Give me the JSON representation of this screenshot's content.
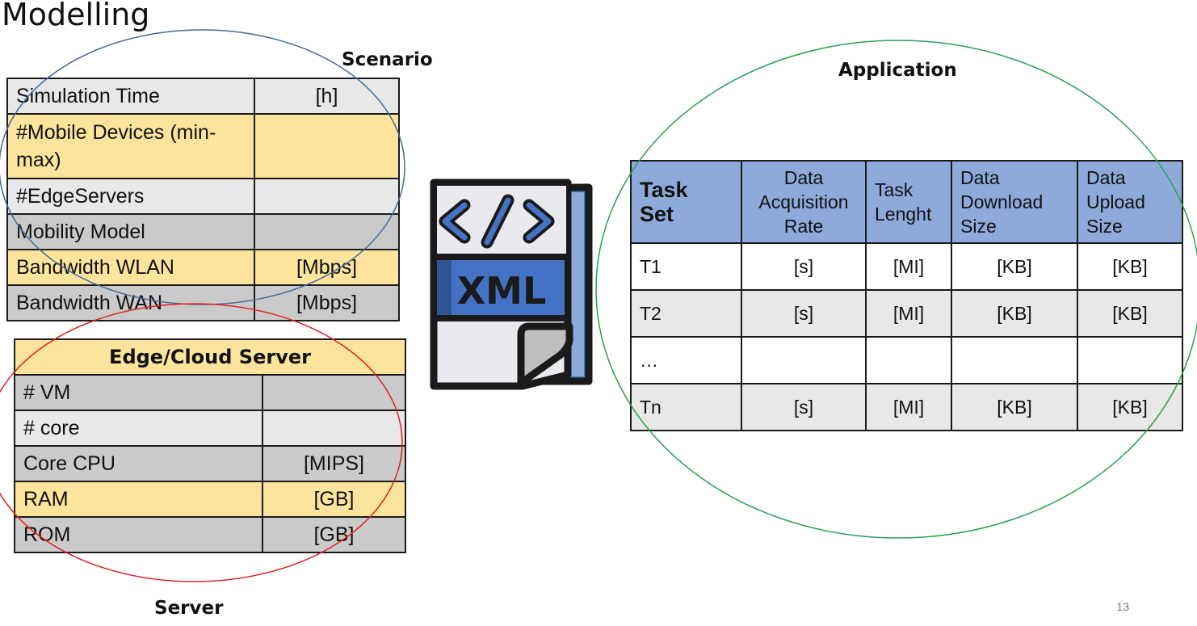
{
  "title": "Modelling",
  "labels": {
    "scenario": "Scenario",
    "application": "Application",
    "server": "Server"
  },
  "scenario_table": [
    {
      "label": "Simulation Time",
      "value": "[h]",
      "color": "#e8e8e8"
    },
    {
      "label": "#Mobile Devices (min-max)",
      "value": "",
      "color": "#fde49c"
    },
    {
      "label": "#EdgeServers",
      "value": "",
      "color": "#e8e8e8"
    },
    {
      "label": "Mobility Model",
      "value": "",
      "color": "#cacaca"
    },
    {
      "label": "Bandwidth WLAN",
      "value": "[Mbps]",
      "color": "#fde49c"
    },
    {
      "label": "Bandwidth WAN",
      "value": "[Mbps]",
      "color": "#cacaca"
    }
  ],
  "server_table": {
    "header": "Edge/Cloud Server",
    "rows": [
      {
        "label": "# VM",
        "value": "",
        "color": "#cacaca"
      },
      {
        "label": "# core",
        "value": "",
        "color": "#e8e8e8"
      },
      {
        "label": "Core CPU",
        "value": "[MIPS]",
        "color": "#cacaca"
      },
      {
        "label": "RAM",
        "value": "[GB]",
        "color": "#fde49c"
      },
      {
        "label": "ROM",
        "value": "[GB]",
        "color": "#cacaca"
      }
    ]
  },
  "task_table": {
    "headers": [
      "Task Set",
      "Data Acquisition Rate",
      "Task Lenght",
      "Data Download Size",
      "Data Upload Size"
    ],
    "rows": [
      [
        "T1",
        "[s]",
        "[MI]",
        "[KB]",
        "[KB]"
      ],
      [
        "T2",
        "[s]",
        "[MI]",
        "[KB]",
        "[KB]"
      ],
      [
        "…",
        "",
        "",
        "",
        ""
      ],
      [
        "Tn",
        "[s]",
        "[MI]",
        "[KB]",
        "[KB]"
      ]
    ]
  },
  "icon": {
    "name": "xml-file-icon",
    "text": "XML"
  },
  "page_number": "13",
  "colors": {
    "scenario_ellipse": "#44689a",
    "server_ellipse": "#e02020",
    "application_ellipse": "#2aa050",
    "table_header_blue": "#8eaadb",
    "highlight_yellow": "#fde49c",
    "icon_blue": "#4472c4"
  }
}
